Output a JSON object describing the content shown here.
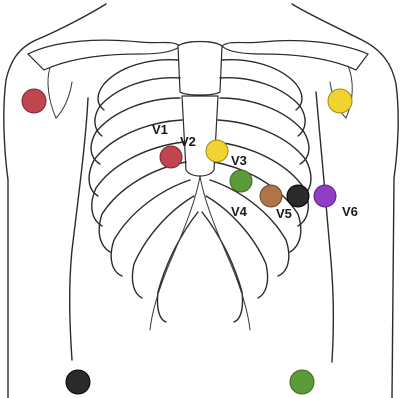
{
  "diagram": {
    "leads": [
      {
        "label": "V1"
      },
      {
        "label": "V2"
      },
      {
        "label": "V3"
      },
      {
        "label": "V4"
      },
      {
        "label": "V5"
      },
      {
        "label": "V6"
      }
    ],
    "colors": {
      "red": "#c0454f",
      "yellow": "#f1d332",
      "green": "#5d9a3a",
      "brown": "#b07448",
      "black": "#2a2a2a",
      "purple": "#8e3fc4"
    }
  }
}
